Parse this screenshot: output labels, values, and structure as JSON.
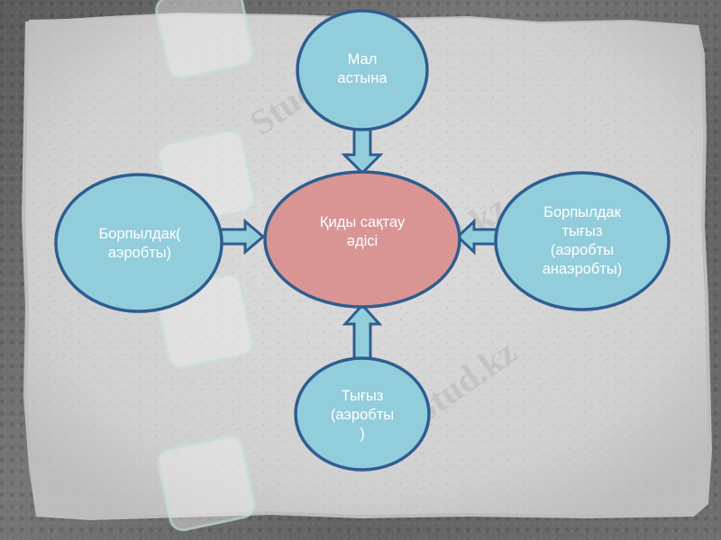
{
  "diagram": {
    "center": {
      "label": "Қиды сақтау\nәдісі",
      "fill": "#d99594",
      "stroke": "#2f5d8f"
    },
    "nodes": [
      {
        "id": "top",
        "label": "Мал\nастына"
      },
      {
        "id": "left",
        "label": "Борпылдак(\nаэробты)"
      },
      {
        "id": "right",
        "label": "Борпылдак\nтығыз\n(аэробты\nанаэробты)"
      },
      {
        "id": "bottom",
        "label": "Тығыз\n(аэробты\n)"
      }
    ],
    "colors": {
      "node_fill": "#92cddc",
      "node_stroke": "#2f5d8f",
      "arrow_fill": "#92cddc",
      "paper": "#d4d4d4",
      "background": "#6e6e6e"
    }
  },
  "watermark": {
    "text": "Stud.kz"
  }
}
